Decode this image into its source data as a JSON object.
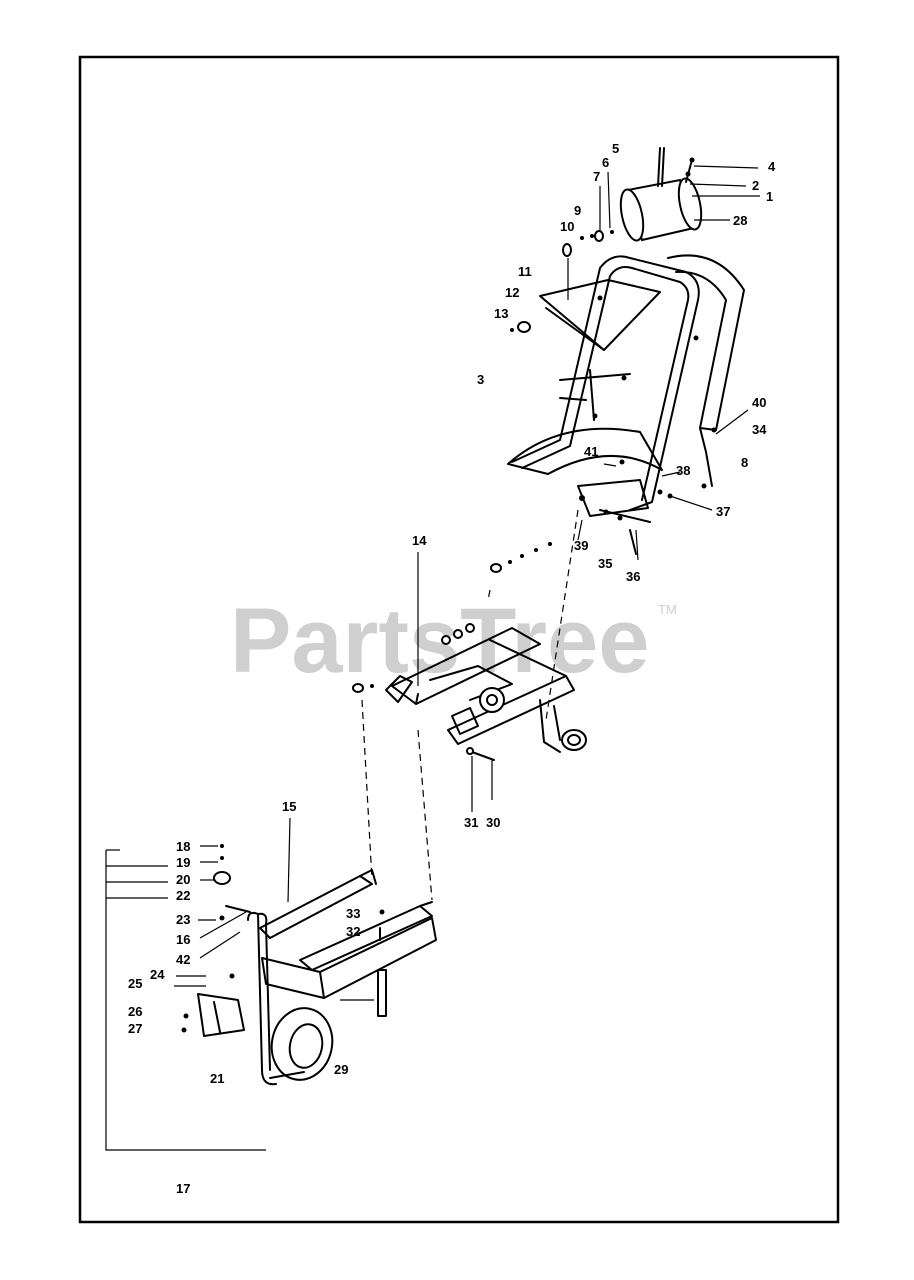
{
  "watermark": {
    "text": "PartsTree",
    "mark": "TM"
  },
  "callouts": [
    "1",
    "2",
    "3",
    "4",
    "5",
    "6",
    "7",
    "8",
    "9",
    "10",
    "11",
    "12",
    "13",
    "14",
    "15",
    "16",
    "17",
    "18",
    "19",
    "20",
    "21",
    "22",
    "23",
    "24",
    "25",
    "26",
    "27",
    "28",
    "29",
    "30",
    "31",
    "32",
    "33",
    "34",
    "35",
    "36",
    "37",
    "38",
    "39",
    "40",
    "41",
    "42"
  ],
  "colors": {
    "ink": "#000000",
    "watermark": "#cfcfcf",
    "paper": "#ffffff"
  }
}
